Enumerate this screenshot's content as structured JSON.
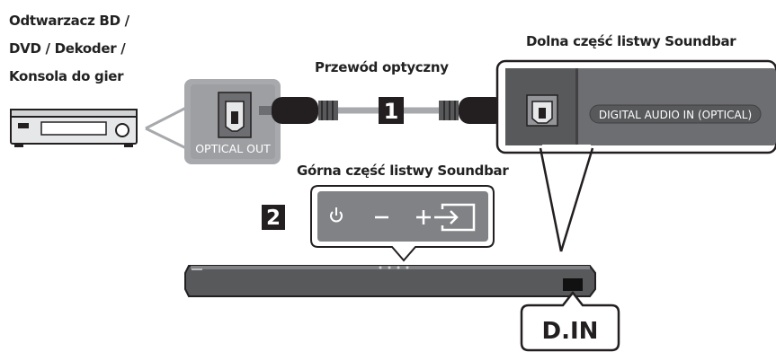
{
  "source_device": {
    "lines": [
      "Odtwarzacz BD /",
      "DVD / Dekoder /",
      "Konsola do gier"
    ],
    "port_label": "OPTICAL OUT"
  },
  "cable": {
    "label": "Przewód optyczny",
    "step_number": "1"
  },
  "soundbar_bottom": {
    "label": "Dolna część listwy Soundbar",
    "port_label": "DIGITAL AUDIO IN (OPTICAL)"
  },
  "soundbar_top": {
    "label": "Górna część listwy Soundbar",
    "step_number": "2",
    "buttons": [
      "power-icon",
      "volume-down-icon",
      "volume-up-icon",
      "input-source-icon"
    ]
  },
  "display": {
    "text": "D.IN"
  },
  "colors": {
    "panel_gray": "#a7a9ac",
    "dark_panel": "#6d6e71",
    "soundbar_body": "#58595b",
    "badge_black": "#231f20",
    "display_black": "#111111"
  }
}
